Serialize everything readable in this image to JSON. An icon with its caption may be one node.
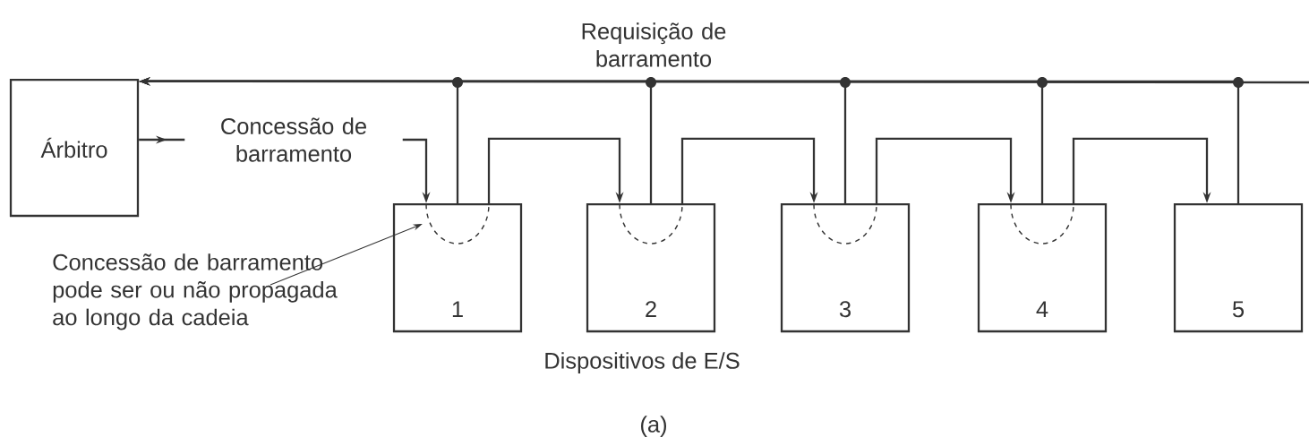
{
  "diagram": {
    "nodes": [
      {
        "text": [
          "Árbitro"
        ]
      },
      {
        "text": [
          "1"
        ]
      },
      {
        "text": [
          "2"
        ]
      },
      {
        "text": [
          "3"
        ]
      },
      {
        "text": [
          "4"
        ]
      },
      {
        "text": [
          "5"
        ]
      },
      {
        "text": [
          "Concessão de barramento pode ser ou não propagada ao longo da cadeia"
        ]
      },
      {
        "text": [],
        "shape": "arc",
        "in": 1
      },
      {
        "text": [],
        "shape": "arc",
        "in": 2
      },
      {
        "text": [],
        "shape": "arc",
        "in": 3
      },
      {
        "text": [],
        "shape": "arc",
        "in": 4
      }
    ],
    "edges": [
      {
        "from": null,
        "to": 0,
        "arrow": "to",
        "label": "Requisição de barramento"
      },
      {
        "from": 1,
        "to": 0,
        "arrow": "to"
      },
      {
        "from": 2,
        "to": 0,
        "arrow": "to"
      },
      {
        "from": 3,
        "to": 0,
        "arrow": "to"
      },
      {
        "from": 4,
        "to": 0,
        "arrow": "to"
      },
      {
        "from": 5,
        "to": 0,
        "arrow": "to"
      },
      {
        "from": 0,
        "to": 1,
        "arrow": "to",
        "label": "Concessão de barramento"
      },
      {
        "from": 1,
        "to": 2,
        "arrow": "to"
      },
      {
        "from": 2,
        "to": 3,
        "arrow": "to"
      },
      {
        "from": 3,
        "to": 4,
        "arrow": "to"
      },
      {
        "from": 4,
        "to": 5,
        "arrow": "to"
      },
      {
        "from": 6,
        "to": 7,
        "arrow": "to"
      }
    ],
    "labels": [
      "Dispositivos de E/S",
      "(a)"
    ]
  }
}
